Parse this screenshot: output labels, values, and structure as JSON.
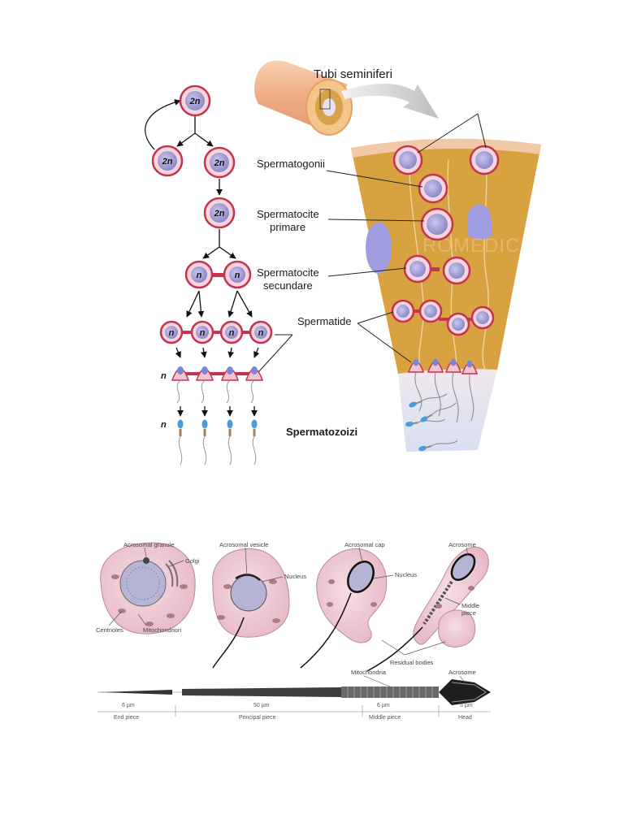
{
  "top_diagram": {
    "title": "Tubi seminiferi",
    "labels": {
      "spermatogonii": "Spermatogonii",
      "spermatocite_primare_1": "Spermatocite",
      "spermatocite_primare_2": "primare",
      "spermatocite_secundare_1": "Spermatocite",
      "spermatocite_secundare_2": "secundare",
      "spermatide": "Spermatide",
      "spermatozoizi": "Spermatozoizi"
    },
    "ploidy": {
      "diploid": "2n",
      "haploid": "n"
    },
    "watermark": "ROMEDIC",
    "colors": {
      "cell_fill": "#a9a6d8",
      "cell_border": "#c4334f",
      "tissue": "#d9a241",
      "lumen": "#dde3f1",
      "tube": "#f3b78f"
    }
  },
  "bottom_diagram": {
    "stage_labels": {
      "acrosomal_granule": "Acrosomal granule",
      "golgi": "Golgi",
      "centrioles": "Centrioles",
      "mitochondrion": "Mitochondrion",
      "acrosomal_vesicle": "Acrosomal vesicle",
      "nucleus_1": "Nucleus",
      "acrosomal_cap": "Acrosomal cap",
      "nucleus_2": "Nucleus",
      "acrosome_1": "Acrosome",
      "middle_piece_1": "Middle",
      "middle_piece_2": "piece",
      "residual_bodies": "Residual bodies"
    },
    "sperm_labels": {
      "mitochondria": "Mitochondria",
      "acrosome": "Acrosome",
      "m1": "6 µm",
      "m2": "50 µm",
      "m3": "6 µm",
      "m4": "5 µm",
      "end_piece": "End piece",
      "principal_piece": "Principal piece",
      "middle_piece": "Middle piece",
      "head": "Head"
    }
  }
}
